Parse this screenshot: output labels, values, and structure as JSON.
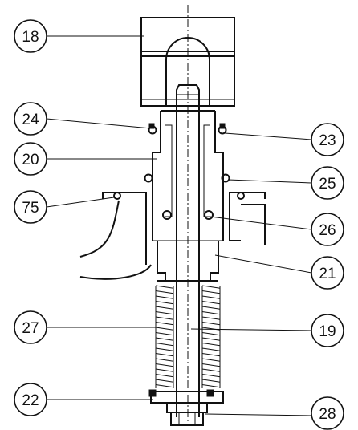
{
  "callouts": [
    {
      "id": "c18",
      "label": "18"
    },
    {
      "id": "c24",
      "label": "24"
    },
    {
      "id": "c20",
      "label": "20"
    },
    {
      "id": "c75",
      "label": "75"
    },
    {
      "id": "c27",
      "label": "27"
    },
    {
      "id": "c22",
      "label": "22"
    },
    {
      "id": "c23",
      "label": "23"
    },
    {
      "id": "c25",
      "label": "25"
    },
    {
      "id": "c26",
      "label": "26"
    },
    {
      "id": "c21",
      "label": "21"
    },
    {
      "id": "c19",
      "label": "19"
    },
    {
      "id": "c28",
      "label": "28"
    }
  ]
}
